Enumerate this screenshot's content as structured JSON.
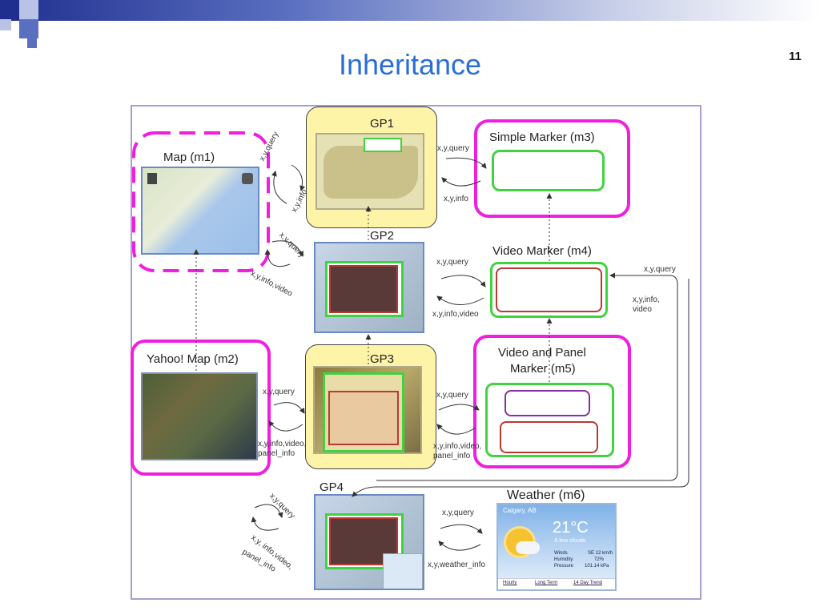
{
  "title": "Inheritance",
  "slide_number": "11",
  "nodes": {
    "map_m1": "Map (m1)",
    "yahoo_map_m2": "Yahoo! Map (m2)",
    "gp1": "GP1",
    "gp2": "GP2",
    "gp3": "GP3",
    "gp4": "GP4",
    "simple_marker_m3": "Simple Marker (m3)",
    "video_marker_m4": "Video Marker (m4)",
    "video_panel_marker_m5_line1": "Video and Panel",
    "video_panel_marker_m5_line2": "Marker (m5)",
    "weather_m6": "Weather (m6)"
  },
  "edge_labels": {
    "m1_gp1_query": "x,y,query",
    "m1_gp1_info": "x,y,info",
    "gp1_m3_query": "x,y,query",
    "gp1_m3_info": "x,y,info",
    "m1_gp2_query": "x,y,query",
    "m1_gp2_info": "x,y,info,video",
    "gp2_m4_query": "x,y,query",
    "gp2_m4_info": "x,y,info,video",
    "m4_gp4_query": "x,y,query",
    "m4_gp4_info_1": "x,y,info,",
    "m4_gp4_info_2": "video",
    "m2_gp3_query": "x,y,query",
    "m2_gp3_info_1": "x,y,info,video,",
    "m2_gp3_info_2": "panel_info",
    "gp3_m5_query": "x,y,query",
    "gp3_m5_info_1": "x,y,info,video,",
    "gp3_m5_info_2": "panel_info",
    "gp4_self_query": "x,y,query",
    "gp4_self_info_1": "x,y, info,video,",
    "gp4_self_info_2": "panel_info",
    "gp4_m6_query": "x,y,query",
    "gp4_m6_info": "x,y,weather_info"
  },
  "weather_widget": {
    "city": "Calgary, AB",
    "temp": "21°C",
    "condition": "A few clouds",
    "rows": [
      {
        "k": "Winds",
        "v": "SE 12 km/h"
      },
      {
        "k": "Humidity",
        "v": "72%"
      },
      {
        "k": "Pressure",
        "v": "101.14 kPa"
      }
    ],
    "tabs": [
      "Hourly",
      "Long Term",
      "14 Day Trend"
    ]
  },
  "colors": {
    "title": "#2a6fd6",
    "pink": "#f01fe0",
    "green": "#3fd43f",
    "red": "#b83a32",
    "purple": "#8b2fa0",
    "yellow": "#fdf4a8",
    "frame": "#a79ecb"
  }
}
